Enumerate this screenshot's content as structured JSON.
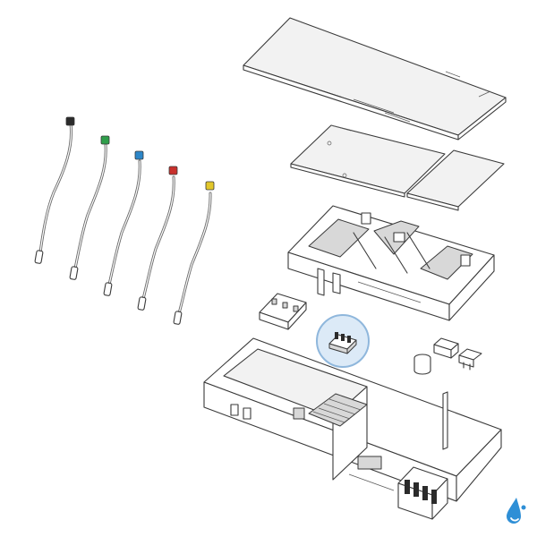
{
  "colors": {
    "background": "#ffffff",
    "line": "#3a3a3a",
    "highlight_fill": "#dceaf7",
    "highlight_stroke": "#8fb7dc",
    "logo": "#2e8fd6"
  },
  "sensors": [
    {
      "name": "black-probe",
      "color": "#2b2b2b"
    },
    {
      "name": "green-probe",
      "color": "#2e9e4a"
    },
    {
      "name": "blue-probe",
      "color": "#2c86c8"
    },
    {
      "name": "red-probe",
      "color": "#c8302c"
    },
    {
      "name": "yellow-probe",
      "color": "#e2c72a"
    }
  ],
  "highlighted_part": "terminal-connector",
  "logo_icon": "water-drop-icon"
}
